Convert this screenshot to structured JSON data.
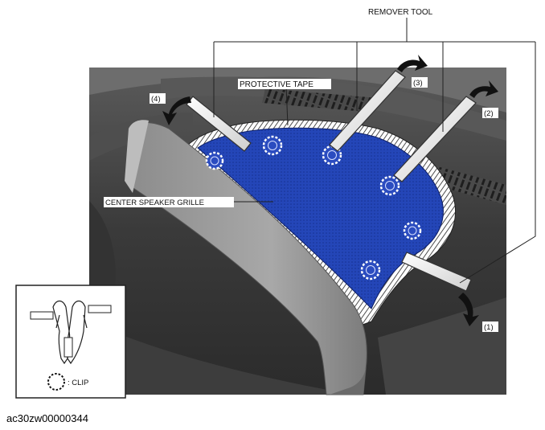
{
  "labels": {
    "remover_tool": "REMOVER TOOL",
    "protective_tape": "PROTECTIVE TAPE",
    "center_speaker_grille": "CENTER SPEAKER GRILLE",
    "step_1": "(1)",
    "step_2": "(2)",
    "step_3": "(3)",
    "step_4": "(4)"
  },
  "legend": {
    "clip_label": ": CLIP"
  },
  "figure_code": "ac30zw00000344",
  "colors": {
    "grille_blue": "#1f3fb0",
    "panel_gray": "#9a9a9a",
    "dash_dark": "#3a3a3a",
    "clip_ring": "#ffffff"
  }
}
